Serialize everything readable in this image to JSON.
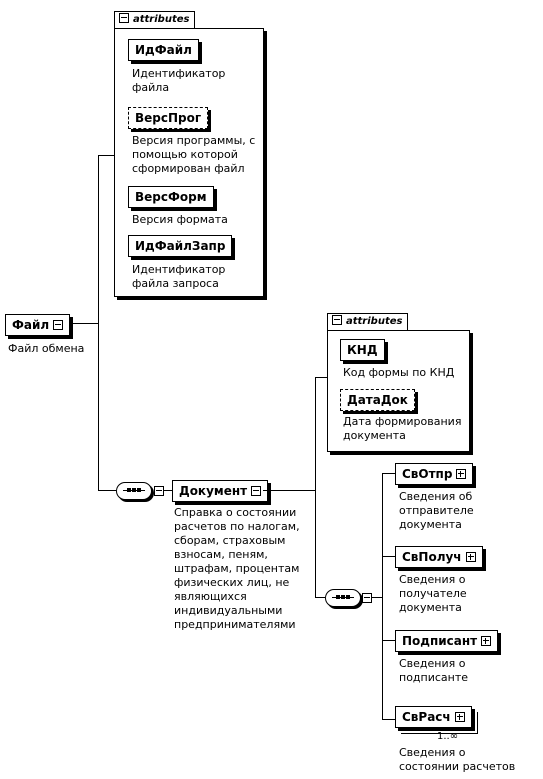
{
  "root": {
    "name": "Файл",
    "description": "Файл обмена"
  },
  "root_attributes": {
    "group_label": "attributes",
    "items": [
      {
        "name": "ИдФайл",
        "description": [
          "Идентификатор",
          "файла"
        ],
        "optional": false
      },
      {
        "name": "ВерсПрог",
        "description": [
          "Версия программы, с",
          "помощью которой",
          "сформирован файл"
        ],
        "optional": true
      },
      {
        "name": "ВерсФорм",
        "description": [
          "Версия формата"
        ],
        "optional": false
      },
      {
        "name": "ИдФайлЗапр",
        "description": [
          "Идентификатор",
          "файла запроса"
        ],
        "optional": false
      }
    ]
  },
  "document": {
    "name": "Документ",
    "description": [
      "Справка о состоянии",
      "расчетов по налогам,",
      "сборам, страховым",
      "взносам, пеням,",
      "штрафам, процентам",
      "физических лиц, не",
      "являющихся",
      "индивидуальными",
      "предпринимателями"
    ]
  },
  "document_attributes": {
    "group_label": "attributes",
    "items": [
      {
        "name": "КНД",
        "description": [
          "Код формы по КНД"
        ],
        "optional": false
      },
      {
        "name": "ДатаДок",
        "description": [
          "Дата формирования",
          "документа"
        ],
        "optional": true
      }
    ]
  },
  "document_children": [
    {
      "name": "СвОтпр",
      "description": [
        "Сведения об",
        "отправителе",
        "документа"
      ],
      "multiplicity": ""
    },
    {
      "name": "СвПолуч",
      "description": [
        "Сведения о",
        "получателе",
        "документа"
      ],
      "multiplicity": ""
    },
    {
      "name": "Подписант",
      "description": [
        "Сведения о",
        "подписанте"
      ],
      "multiplicity": ""
    },
    {
      "name": "СвРасч",
      "description": [
        "Сведения о",
        "состоянии расчетов"
      ],
      "multiplicity": "1..∞"
    }
  ]
}
